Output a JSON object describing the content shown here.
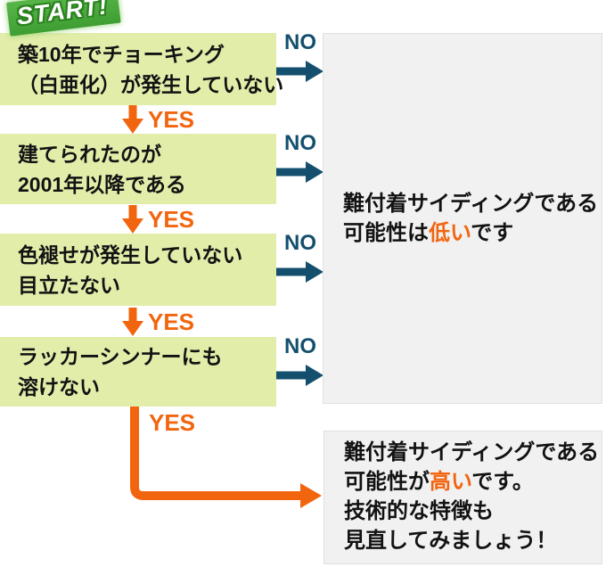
{
  "start_label": "START!",
  "steps": [
    {
      "lines": [
        "築10年でチョーキング",
        "（白亜化）が発生していない"
      ],
      "yes_label": "YES",
      "no_label": "NO"
    },
    {
      "lines": [
        "建てられたのが",
        "2001年以降である"
      ],
      "yes_label": "YES",
      "no_label": "NO"
    },
    {
      "lines": [
        "色褪せが発生していない",
        "目立たない"
      ],
      "yes_label": "YES",
      "no_label": "NO"
    },
    {
      "lines": [
        "ラッカーシンナーにも",
        "溶けない"
      ],
      "yes_label": "YES",
      "no_label": "NO"
    }
  ],
  "no_result": {
    "line1": "難付着サイディングである",
    "line2_pre": "可能性は",
    "line2_highlight": "低い",
    "line2_post": "です"
  },
  "yes_result": {
    "line1": "難付着サイディングである",
    "line2_pre": "可能性が",
    "line2_highlight": "高い",
    "line2_post": "です。",
    "line3": "技術的な特徴も",
    "line4": "見直してみましょう！"
  },
  "colors": {
    "box_green": "#e2edaa",
    "no_teal": "#14506e",
    "yes_orange": "#f2650f",
    "ribbon_green": "#45a438",
    "result_gray": "#f1f1f1"
  }
}
